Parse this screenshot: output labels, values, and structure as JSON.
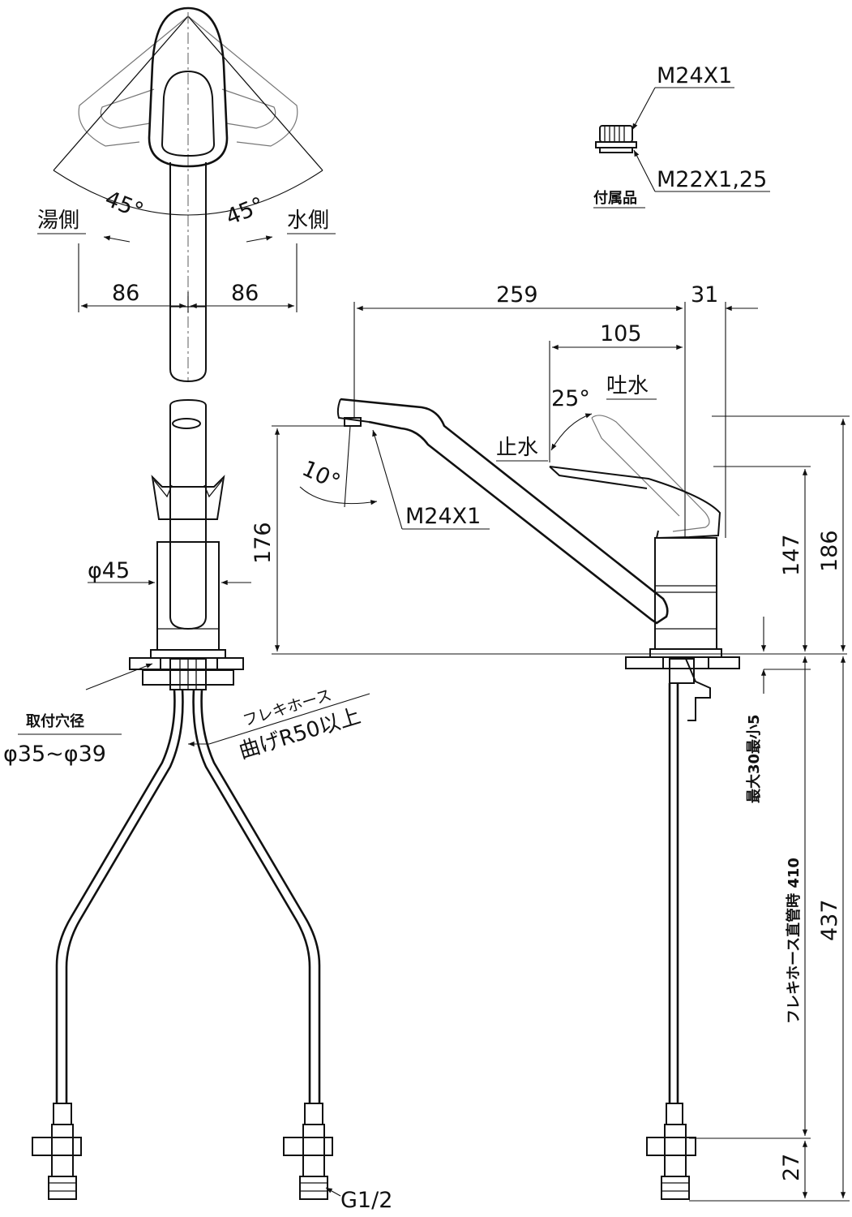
{
  "top_view": {
    "angle_left": "45°",
    "angle_right": "45°",
    "label_hot": "湯側",
    "label_cold": "水側",
    "width_left": "86",
    "width_right": "86"
  },
  "accessory": {
    "thread_top": "M24X1",
    "thread_bottom": "M22X1,25",
    "label": "付属品"
  },
  "front_view": {
    "diameter": "φ45",
    "hole_label": "取付穴径",
    "hole_range": "φ35~φ39",
    "hose_label": "フレキホース",
    "hose_bend": "曲げR50以上",
    "connector": "G1/2"
  },
  "side_view": {
    "reach": "259",
    "offset": "31",
    "lever_reach": "105",
    "lever_angle": "25°",
    "label_open": "吐水",
    "label_close": "止水",
    "spout_angle": "10°",
    "spout_thread": "M24X1",
    "spout_height": "176",
    "lever_height": "147",
    "total_height": "186",
    "counter_thickness": "最大30最小5",
    "hose_label": "フレキホース直管時 410",
    "hose_length": "437",
    "connector_height": "27"
  }
}
